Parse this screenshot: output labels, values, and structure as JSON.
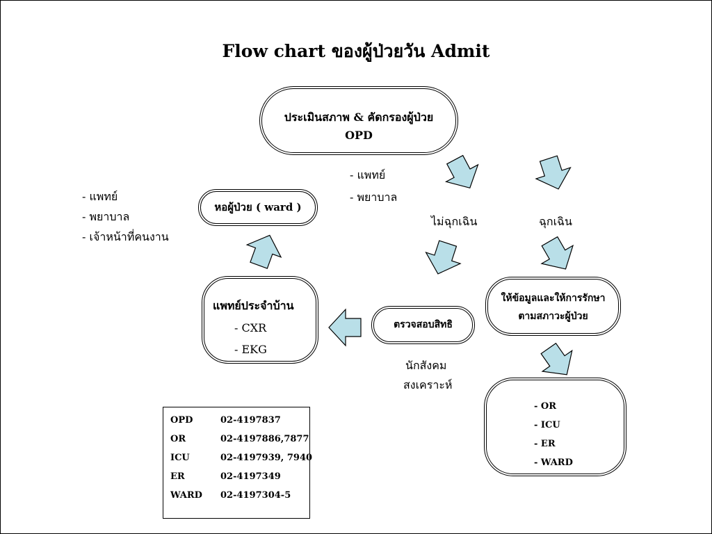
{
  "title": "Flow chart ของผู้ป่วยวัน Admit",
  "nodes": {
    "opd": {
      "line1": "ประเมินสภาพ  &  คัดกรองผู้ป่วย",
      "line2": "OPD"
    },
    "ward": {
      "label": "หอผู้ป่วย ( ward )"
    },
    "doctor": {
      "title": "แพทย์ประจำบ้าน",
      "items": [
        "- CXR",
        "- EKG"
      ]
    },
    "verify": {
      "label": "ตรวจสอบสิทธิ"
    },
    "inform": {
      "line1": "ให้ข้อมูลและให้การรักษา",
      "line2": "ตามสภาวะผู้ป่วย"
    },
    "destinations": {
      "items": [
        "- OR",
        "- ICU",
        "- ER",
        "- WARD"
      ]
    }
  },
  "labels": {
    "opd_staff": [
      "- แพทย์",
      "- พยาบาล"
    ],
    "ward_staff": [
      "-  แพทย์",
      "- พยาบาล",
      "- เจ้าหน้าที่คนงาน"
    ],
    "non_emergency": "ไม่ฉุกเฉิน",
    "emergency": "ฉุกเฉิน",
    "social_worker": [
      "นักสังคม",
      "สงเคราะห์"
    ]
  },
  "phone_directory": [
    {
      "dept": "OPD",
      "number": "02-4197837"
    },
    {
      "dept": "OR",
      "number": "02-4197886,7877"
    },
    {
      "dept": "ICU",
      "number": "02-4197939, 7940"
    },
    {
      "dept": "ER",
      "number": "02-4197349"
    },
    {
      "dept": "WARD",
      "number": "02-4197304-5"
    }
  ],
  "colors": {
    "arrow_fill": "#b9dfe8",
    "arrow_stroke": "#000000",
    "border": "#000000",
    "background": "#ffffff"
  }
}
